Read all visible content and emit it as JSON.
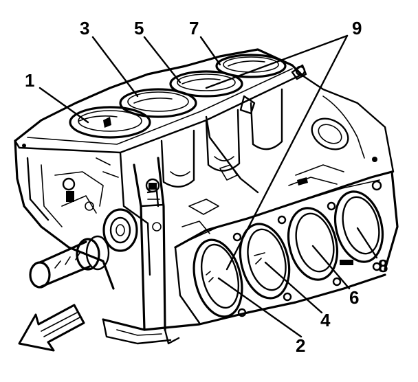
{
  "figure": {
    "subject": "engine-block-cylinder-numbering",
    "callouts": [
      "1",
      "2",
      "3",
      "4",
      "5",
      "6",
      "7",
      "8",
      "9",
      "9"
    ],
    "front_arrow_icon": "front-direction-arrow-icon"
  }
}
